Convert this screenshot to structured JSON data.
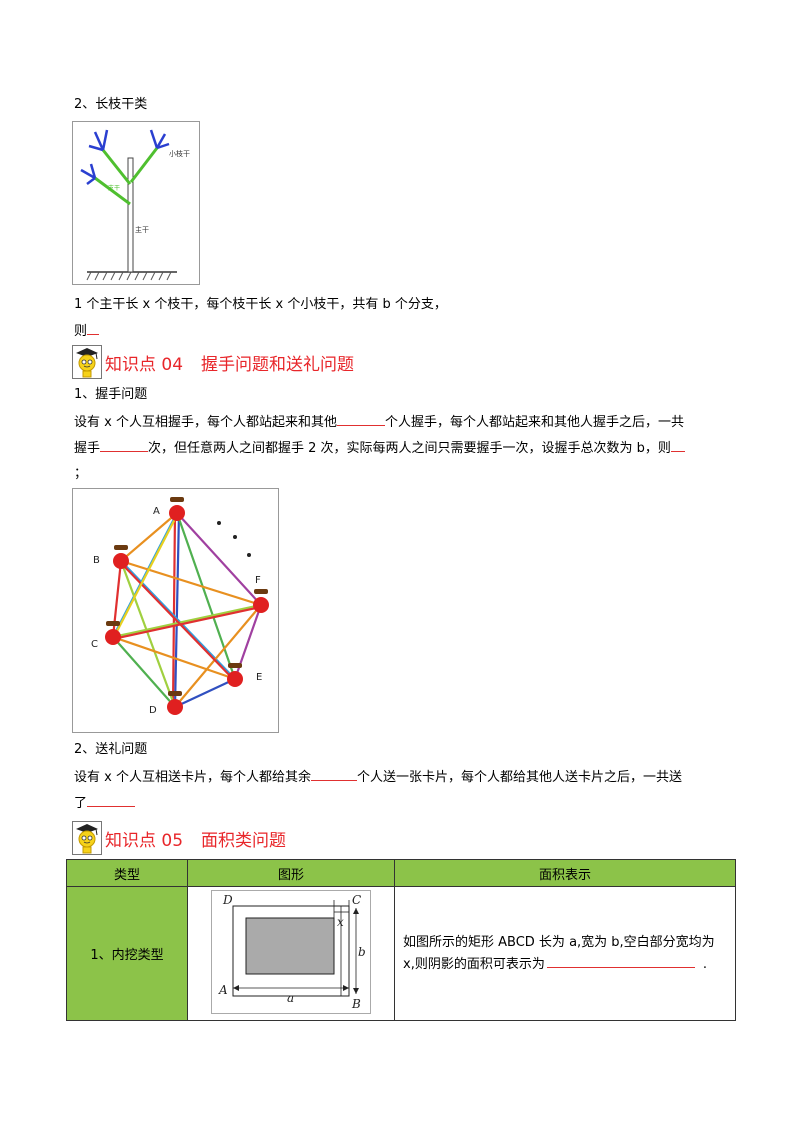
{
  "section2": {
    "heading": "2、长枝干类"
  },
  "tree_figure": {
    "label_small_branch": "小枝干",
    "label_branch": "支干",
    "label_main": "主干"
  },
  "tree_text": {
    "line1": "1 个主干长 x 个枝干，每个枝干长 x 个小枝干，共有 b 个分支，",
    "line2": "则"
  },
  "kp04": {
    "num": "知识点 04",
    "title": "握手问题和送礼问题"
  },
  "handshake": {
    "heading": "1、握手问题",
    "line1a": "设有 x 个人互相握手，每个人都站起来和其他",
    "line1b": "个人握手，每个人都站起来和其他人握手之后，一共",
    "line2a": "握手",
    "line2b": "次，但任意两人之间都握手 2 次，实际每两人之间只需要握手一次，设握手总次数为 b，则",
    "line3": "；"
  },
  "network_figure": {
    "labels": [
      "A",
      "B",
      "C",
      "D",
      "E",
      "F"
    ]
  },
  "gift": {
    "heading": "2、送礼问题",
    "line1a": "设有 x 个人互相送卡片，每个人都给其余",
    "line1b": "个人送一张卡片，每个人都给其他人送卡片之后，一共送",
    "line2a": "了"
  },
  "kp05": {
    "num": "知识点 05",
    "title": "面积类问题"
  },
  "area_table": {
    "headers": [
      "类型",
      "图形",
      "面积表示"
    ],
    "row1": {
      "type": "1、内挖类型",
      "desc1": "如图所示的矩形 ABCD 长为 a,宽为 b,空白部分宽均为",
      "desc2": "x,则阴影的面积可表示为",
      "desc_end": "."
    },
    "figure_labels": {
      "A": "A",
      "B": "B",
      "C": "C",
      "D": "D",
      "a": "a",
      "b": "b",
      "x": "x"
    }
  },
  "colors": {
    "accent_red": "#e8262a",
    "table_green": "#8cc349"
  }
}
